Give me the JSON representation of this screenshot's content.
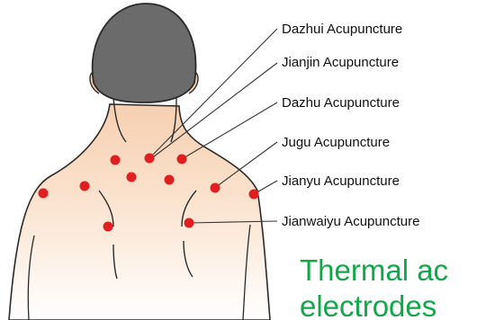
{
  "labels": [
    "Dazhui Acupuncture",
    "Jianjin Acupuncture",
    "Dazhu Acupuncture",
    "Jugu Acupuncture",
    "Jianyu Acupuncture",
    "Jianwaiyu Acupuncture"
  ],
  "caption": {
    "line1": "Thermal ac",
    "line2": "electrodes"
  },
  "colors": {
    "point": "#e02020",
    "caption": "#12a84a",
    "hair": "#6b6b6b",
    "skin": "#f8d8bc",
    "outline": "#2a2a2a",
    "leader": "#333333"
  }
}
